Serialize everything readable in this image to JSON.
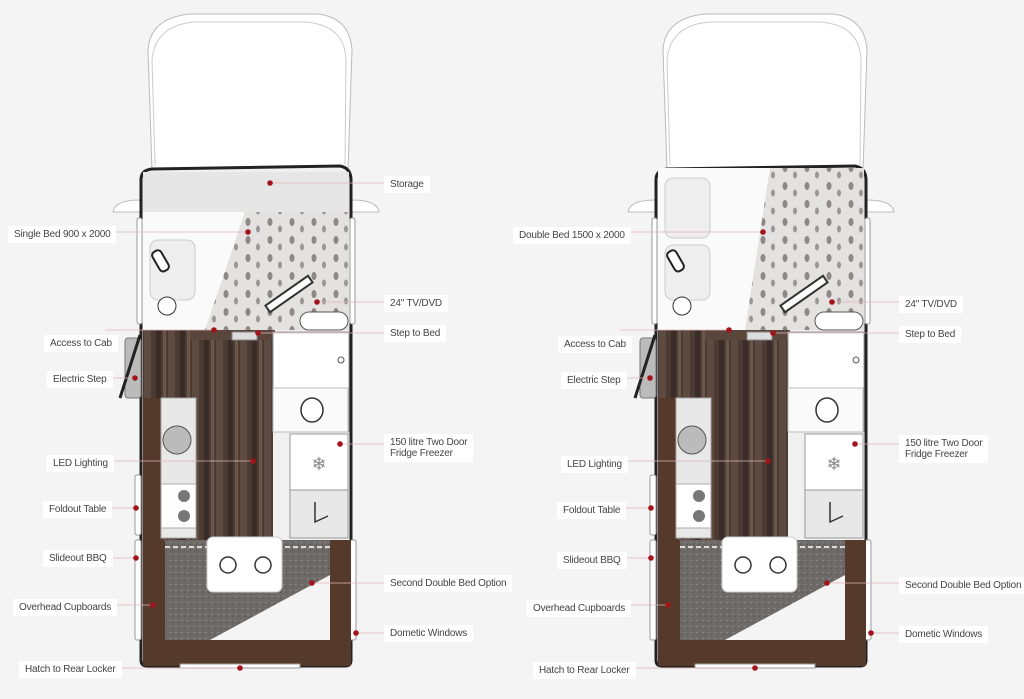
{
  "colors": {
    "accent_dot": "#a3131c",
    "floor": "#4a3a32",
    "frame": "#553a2c",
    "leader": "#e2b4b6"
  },
  "plans": [
    {
      "name": "single-bed-layout",
      "labels": {
        "storage": "Storage",
        "bed": "Single Bed 900 x 2000",
        "tv": "24\" TV/DVD",
        "step_to_bed": "Step to Bed",
        "access_cab": "Access to Cab",
        "electric_step": "Electric Step",
        "fridge_1": "150 litre Two Door",
        "fridge_2": "Fridge Freezer",
        "led": "LED Lighting",
        "foldout": "Foldout Table",
        "bbq": "Slideout BBQ",
        "second_bed": "Second Double Bed Option",
        "cupboards": "Overhead Cupboards",
        "windows": "Dometic Windows",
        "hatch": "Hatch to Rear Locker"
      }
    },
    {
      "name": "double-bed-layout",
      "labels": {
        "bed": "Double Bed 1500 x 2000",
        "tv": "24\" TV/DVD",
        "step_to_bed": "Step to Bed",
        "access_cab": "Access to Cab",
        "electric_step": "Electric Step",
        "fridge_1": "150 litre Two Door",
        "fridge_2": "Fridge Freezer",
        "led": "LED Lighting",
        "foldout": "Foldout Table",
        "bbq": "Slideout BBQ",
        "second_bed": "Second Double Bed Option",
        "cupboards": "Overhead Cupboards",
        "windows": "Dometic Windows",
        "hatch": "Hatch to Rear Locker"
      }
    }
  ]
}
